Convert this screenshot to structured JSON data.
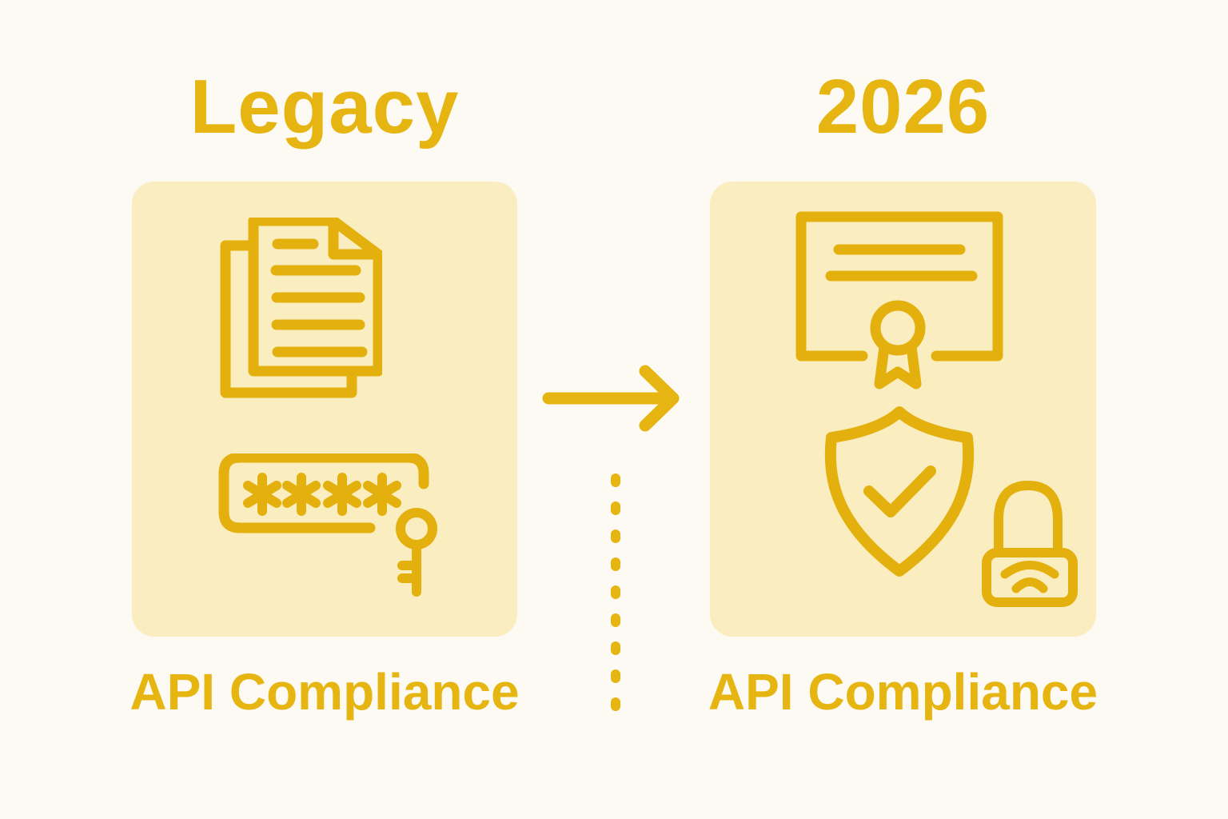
{
  "page": {
    "colors": {
      "bg": "#FCFAF2",
      "panel": "#FAEEC1",
      "gold": "#E6B512",
      "icon": "#E4B00E"
    }
  },
  "left": {
    "title": "Legacy",
    "label": "API Compliance",
    "password_mask": "****",
    "icons": [
      "documents-icon",
      "password-field-icon",
      "key-icon"
    ]
  },
  "right": {
    "title": "2026",
    "label": "API Compliance",
    "icons": [
      "certificate-icon",
      "shield-check-icon",
      "smart-lock-icon"
    ]
  },
  "connector": {
    "type": "arrow-right",
    "divider": "dotted-vertical-line"
  }
}
